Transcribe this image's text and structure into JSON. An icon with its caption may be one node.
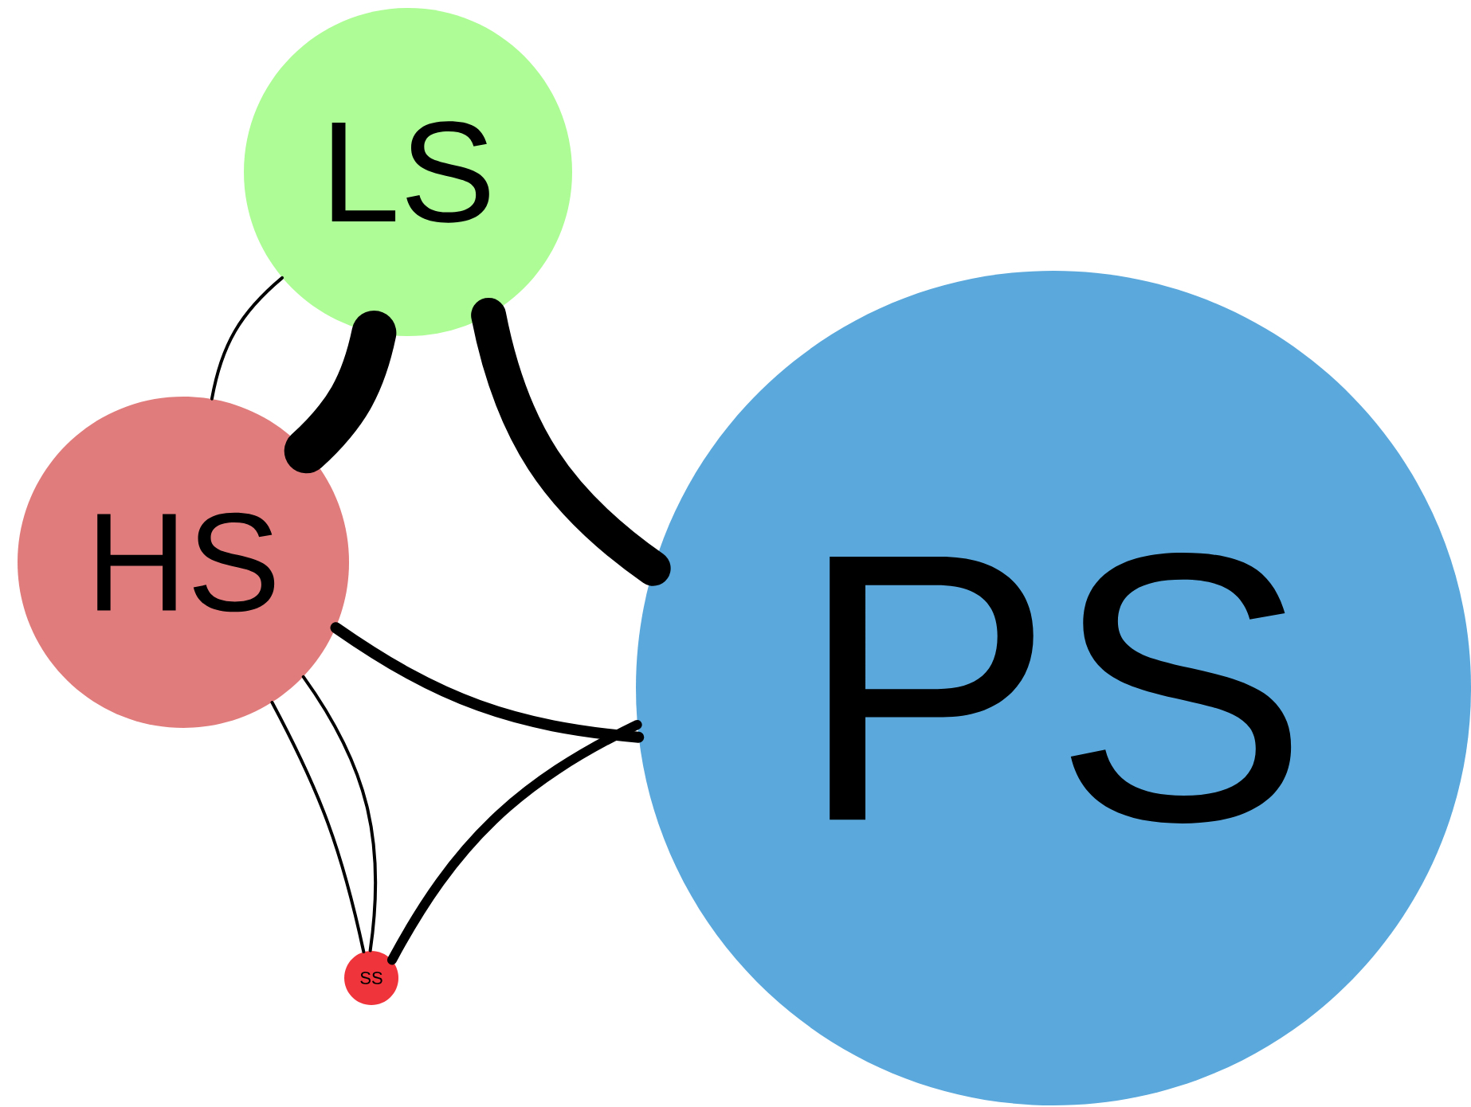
{
  "diagram": {
    "nodes": [
      {
        "text": [
          "LS"
        ]
      },
      {
        "text": [
          "HS"
        ]
      },
      {
        "text": [
          "PS"
        ]
      },
      {
        "text": [
          "SS"
        ]
      }
    ],
    "edges": [
      {
        "from": 0,
        "to": 1,
        "arrow": "none",
        "style": "thick"
      },
      {
        "from": 0,
        "to": 1,
        "arrow": "none"
      },
      {
        "from": 0,
        "to": 2,
        "arrow": "none",
        "style": "thick"
      },
      {
        "from": 1,
        "to": 2,
        "arrow": "none"
      },
      {
        "from": 1,
        "to": 3,
        "arrow": "none"
      },
      {
        "from": 1,
        "to": 3,
        "arrow": "none"
      },
      {
        "from": 3,
        "to": 2,
        "arrow": "none"
      }
    ]
  }
}
